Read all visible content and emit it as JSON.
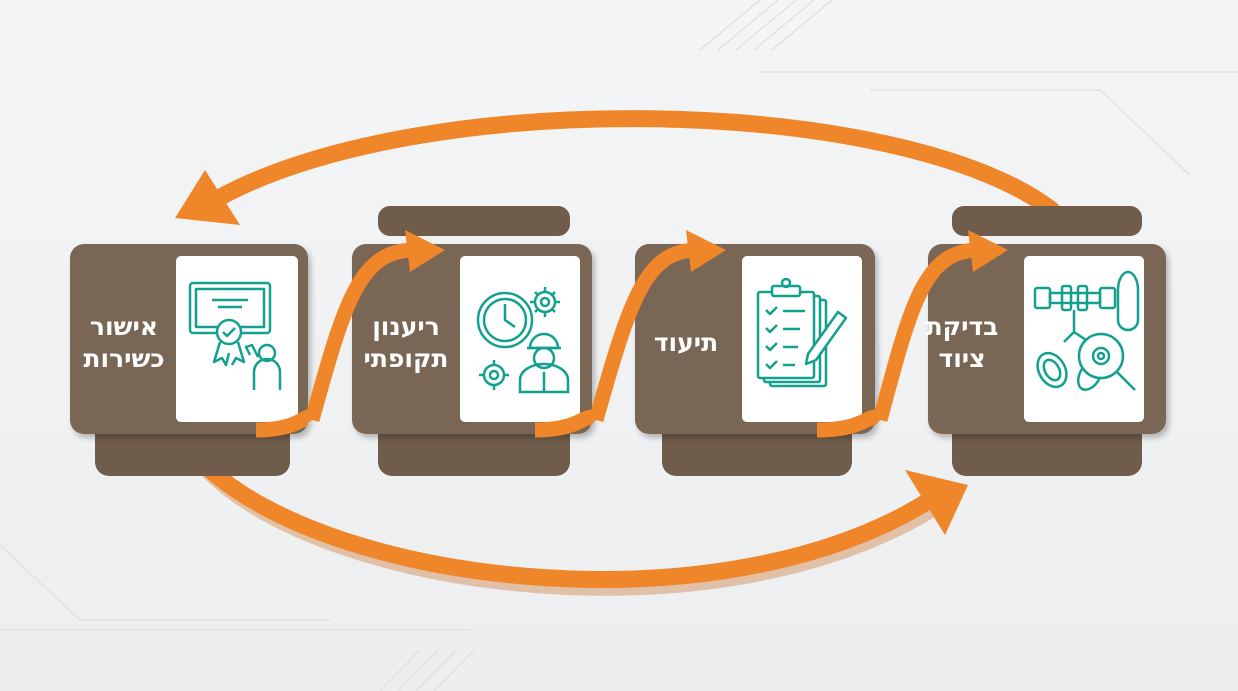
{
  "colors": {
    "background": "#eef0f1",
    "panel": "#7a6654",
    "panel_dark": "#67574a",
    "tab": "#6f5c4b",
    "card": "#ffffff",
    "icon": "#14a08e",
    "arrow": "#f0862a",
    "arrow_shadow": "#c96a1e",
    "deco_lines": "#dcdfe2"
  },
  "steps": [
    {
      "order": 1,
      "label_line1": "בדיקת",
      "label_line2": "ציוד",
      "icon": "safety-harness-inspection-icon"
    },
    {
      "order": 2,
      "label_line1": "תיעוד",
      "label_line2": "",
      "icon": "clipboard-checklist-icon"
    },
    {
      "order": 3,
      "label_line1": "ריענון",
      "label_line2": "תקופתי",
      "icon": "worker-clock-gears-icon"
    },
    {
      "order": 4,
      "label_line1": "אישור",
      "label_line2": "כשירות",
      "icon": "certificate-approval-icon"
    }
  ]
}
